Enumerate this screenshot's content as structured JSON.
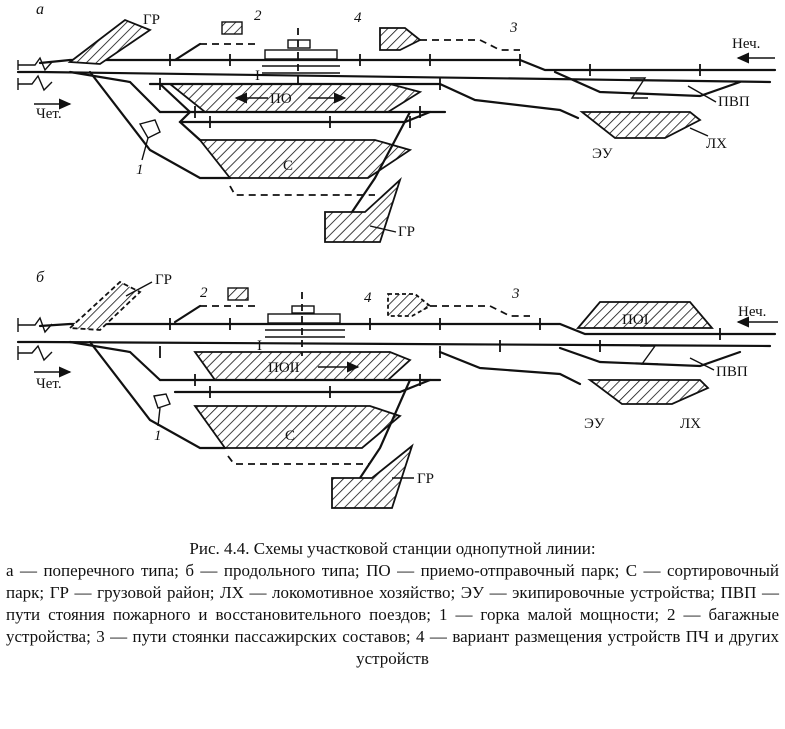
{
  "panels": {
    "a": {
      "letter": "a",
      "labels": {
        "gr_top": "ГР",
        "gr_bottom": "ГР",
        "po": "ПО",
        "c": "С",
        "roman_one": "I",
        "nech": "Неч.",
        "chet": "Чет.",
        "pvp": "ПВП",
        "eu": "ЭУ",
        "lh": "ЛХ",
        "num1": "1",
        "num2": "2",
        "num3": "3",
        "num4": "4"
      }
    },
    "b": {
      "letter": "б",
      "labels": {
        "gr_top": "ГР",
        "gr_bottom": "ГР",
        "po2": "ПОII",
        "po1": "ПОI",
        "c": "С",
        "roman_one": "I",
        "nech": "Неч.",
        "chet": "Чет.",
        "pvp": "ПВП",
        "eu": "ЭУ",
        "lh": "ЛХ",
        "num1": "1",
        "num2": "2",
        "num3": "3",
        "num4": "4"
      }
    }
  },
  "caption": {
    "title": "Рис. 4.4. Схемы участковой станции однопутной линии:",
    "body": "а — поперечного типа; б — продольного типа; ПО — приемо-отправочный парк; С — сортировочный парк; ГР — грузовой район; ЛХ — локомотивное хозяйство; ЭУ — экипировочные устройства; ПВП — пути стояния пожарного и восстановительного поездов; 1 — горка малой мощности; 2 — багажные устройства; 3 — пути стоянки пассажирских составов; 4 — вариант размещения устройств ПЧ и других устройств"
  }
}
